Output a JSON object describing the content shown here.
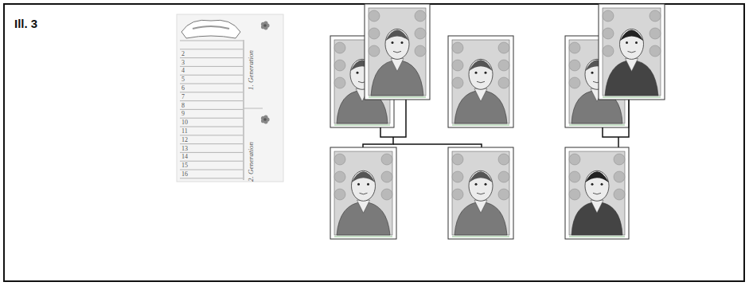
{
  "diagram": {
    "labels": [
      "Ill. 3",
      "2",
      "3",
      "4",
      "5",
      "6",
      "7",
      "8",
      "9",
      "10",
      "11",
      "12",
      "13",
      "14",
      "15",
      "16",
      "1. Generation",
      "2. Generation"
    ]
  }
}
